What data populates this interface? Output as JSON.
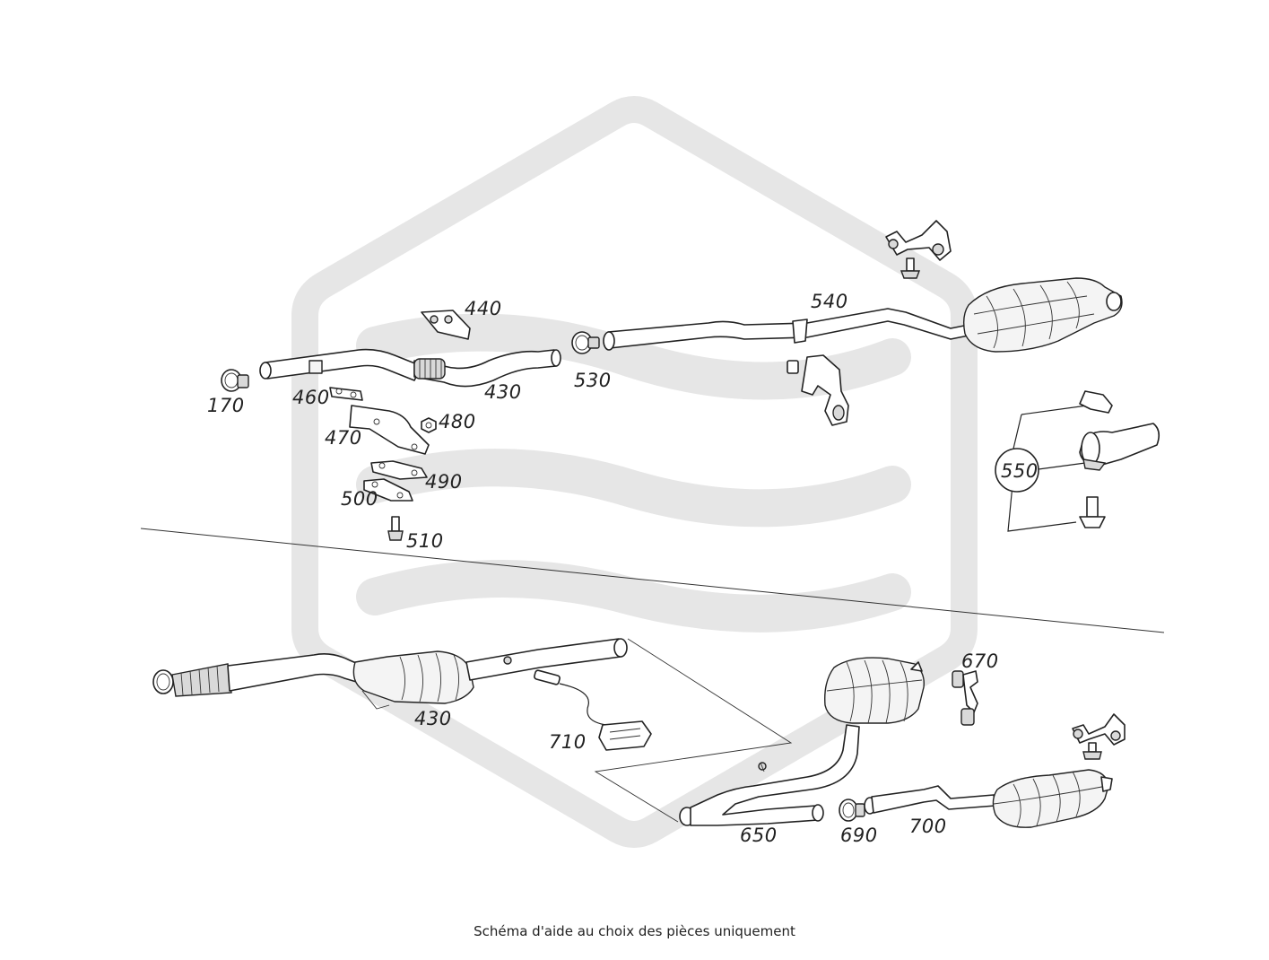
{
  "colors": {
    "watermark": "#e6e6e6",
    "line": "#222222",
    "background": "#ffffff"
  },
  "labels": {
    "p170": "170",
    "p460": "460",
    "p470": "470",
    "p440": "440",
    "p430_top": "430",
    "p480": "480",
    "p490": "490",
    "p500": "500",
    "p510": "510",
    "p530": "530",
    "p540": "540",
    "p550": "550",
    "p430_bottom": "430",
    "p710": "710",
    "p650": "650",
    "p690": "690",
    "p700": "700",
    "p670": "670"
  },
  "caption": "Schéma d'aide au choix des pièces uniquement"
}
